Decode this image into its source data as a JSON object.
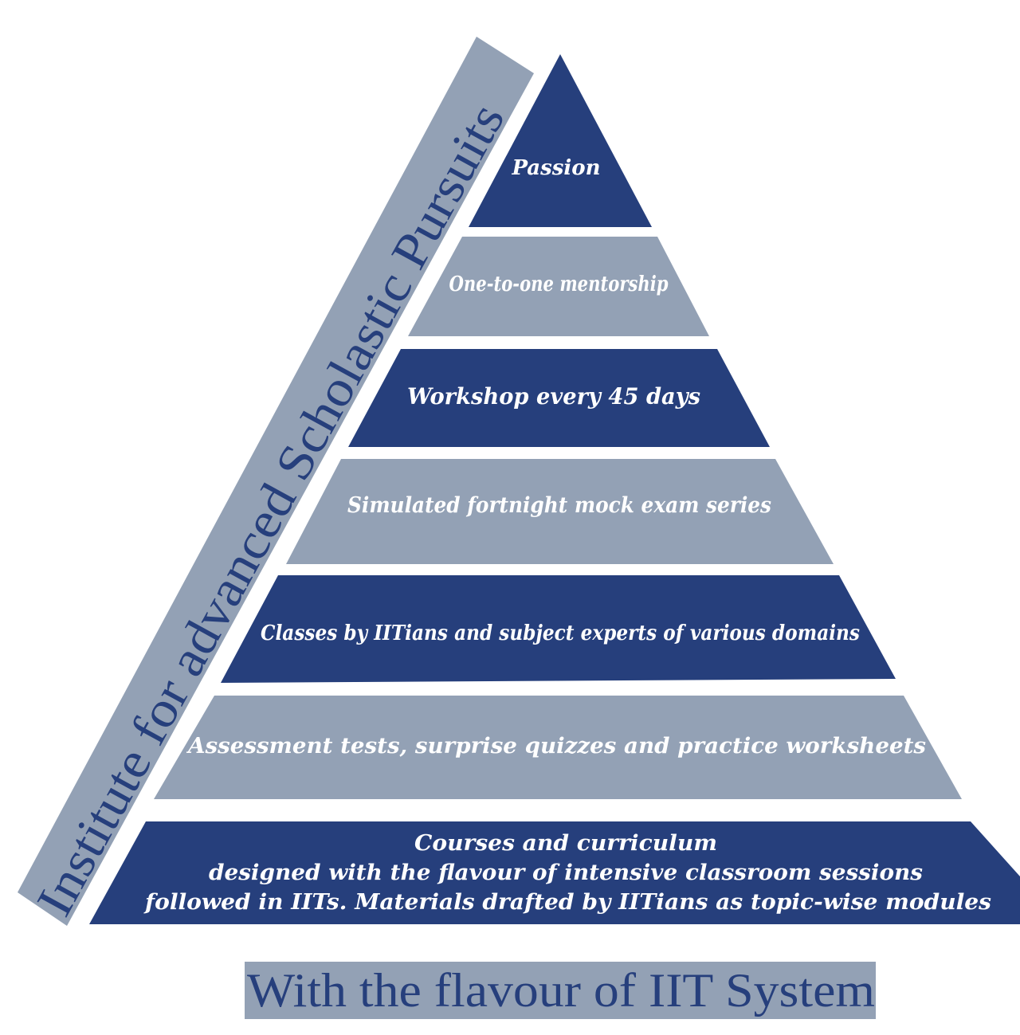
{
  "side_banner": {
    "text": "Institute for advanced Scholastic Pursuits"
  },
  "pyramid": {
    "tiers": [
      {
        "label": "Passion"
      },
      {
        "label": "One-to-one mentorship"
      },
      {
        "label": "Workshop every 45 days"
      },
      {
        "label": "Simulated fortnight mock exam series"
      },
      {
        "label": "Classes by IITians and subject experts of various domains"
      },
      {
        "label": "Assessment tests, surprise quizzes and practice worksheets"
      },
      {
        "lines": [
          "Courses and curriculum",
          "designed with the flavour of intensive classroom sessions",
          "followed in IITs. Materials drafted by IITians as topic-wise modules"
        ]
      }
    ]
  },
  "footer": {
    "text": "With the flavour of IIT System"
  },
  "colors": {
    "dark_tier": "#263f7c",
    "light_tier": "#93a1b5",
    "banner_bg": "#93a1b5",
    "banner_text": "#263f7c",
    "tier_text": "#ffffff"
  }
}
